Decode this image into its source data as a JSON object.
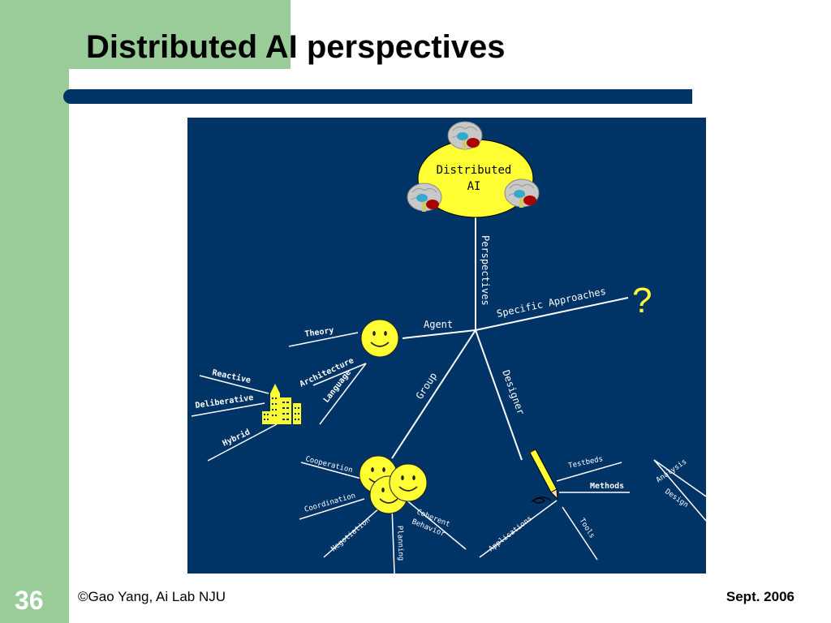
{
  "title": "Distributed AI perspectives",
  "footer": {
    "page_number": "36",
    "credit": "©Gao Yang, Ai Lab NJU",
    "date": "Sept. 2006"
  },
  "diagram": {
    "center_line1": "Distributed",
    "center_line2": "AI",
    "perspectives": "Perspectives",
    "agent": "Agent",
    "specific_approaches": "Specific Approaches",
    "question_mark": "?",
    "group": "Group",
    "designer": "Designer",
    "theory": "Theory",
    "architecture": "Architecture",
    "language": "Language",
    "reactive": "Reactive",
    "deliberative": "Deliberative",
    "hybrid": "Hybrid",
    "cooperation": "Cooperation",
    "coordination": "Coordination",
    "negotiation": "Negotiation",
    "planning": "Planning",
    "coherent_line1": "Coherent",
    "coherent_line2": "Behavior",
    "testbeds": "Testbeds",
    "methods": "Methods",
    "analysis": "Analysis",
    "design": "Design",
    "tools": "Tools",
    "applications": "Applications"
  },
  "colors": {
    "sidebar_green": "#99cc99",
    "navy": "#003366",
    "yellow": "#ffff33",
    "brain_red": "#aa0000"
  }
}
